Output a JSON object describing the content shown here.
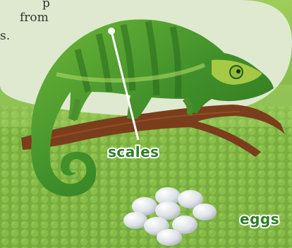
{
  "callout": {
    "line1": "p",
    "line2": "from",
    "line3": "s."
  },
  "labels": {
    "scales": "scales",
    "eggs": "eggs"
  },
  "colors": {
    "bubble": "#dfe9cf",
    "ground_light": "#b9d96e",
    "ground_dark": "#5f9a32",
    "branch": "#7a3e1c",
    "label_text": "#2f7d26",
    "egg": "#e8ecef"
  }
}
